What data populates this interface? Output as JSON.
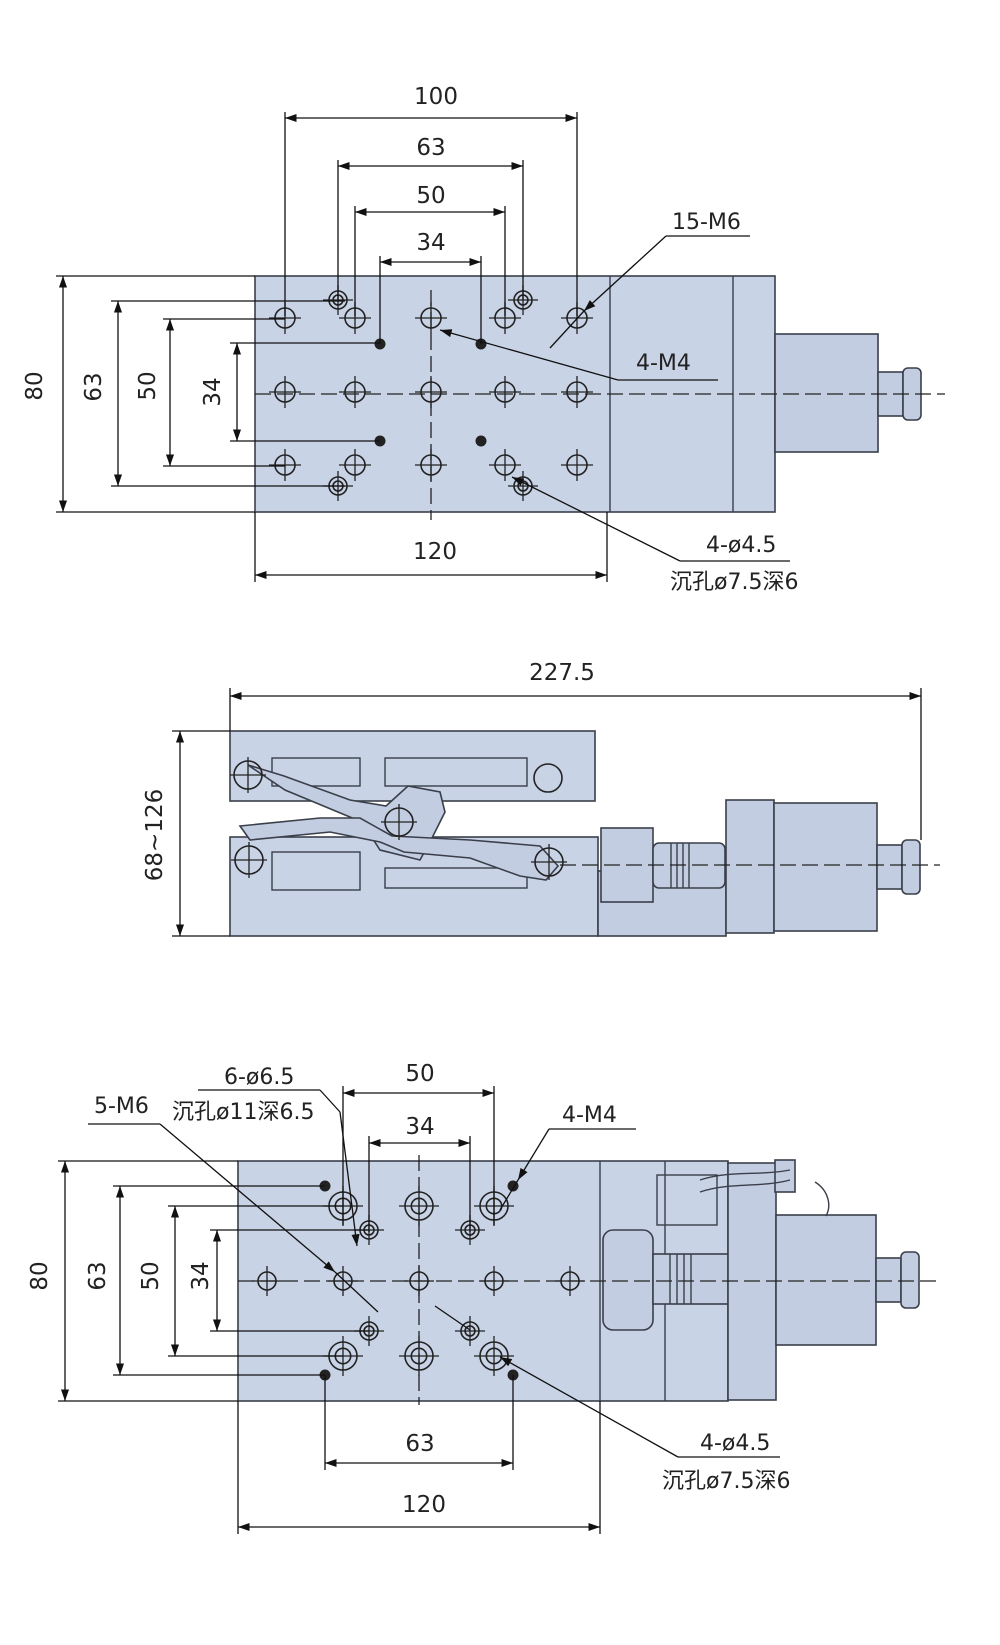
{
  "views": {
    "top": {
      "dims": {
        "w100": "100",
        "w63": "63",
        "w50": "50",
        "w34": "34",
        "w120": "120",
        "h80": "80",
        "h63": "63",
        "h50": "50",
        "h34": "34"
      },
      "callouts": {
        "m6": "15-M6",
        "m4": "4-M4",
        "thru": "4-ø4.5",
        "cbore": "沉孔ø7.5深6"
      }
    },
    "side": {
      "dims": {
        "length": "227.5",
        "height": "68~126"
      }
    },
    "bottom": {
      "dims": {
        "w50": "50",
        "w34": "34",
        "w63": "63",
        "w120": "120",
        "h80": "80",
        "h63": "63",
        "h50": "50",
        "h34": "34"
      },
      "callouts": {
        "m6": "5-M6",
        "cb1": "6-ø6.5",
        "cb1_depth": "沉孔ø11深6.5",
        "m4": "4-M4",
        "thru": "4-ø4.5",
        "cbore": "沉孔ø7.5深6"
      }
    }
  },
  "colors": {
    "body": "#c9d3e6",
    "line": "#222222"
  }
}
